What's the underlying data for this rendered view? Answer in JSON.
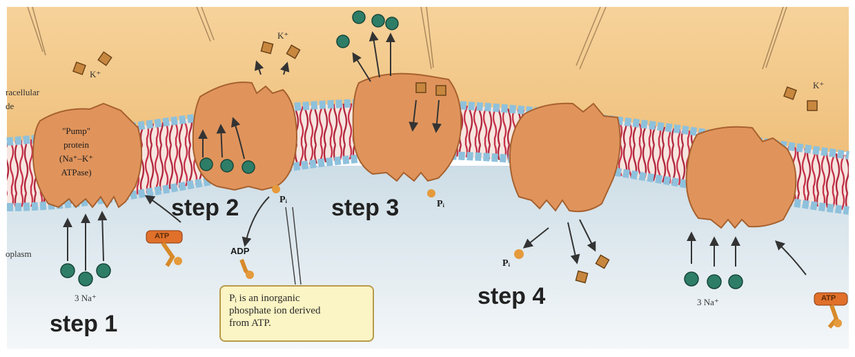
{
  "labels": {
    "extracellular": "racellular",
    "extracellular_2": "de",
    "cytoplasm": "oplasm",
    "pump_line1": "\"Pump\"",
    "pump_line2": "protein",
    "pump_line3": "(Na⁺–K⁺",
    "pump_line4": "ATPase)",
    "k_ion_1": "K⁺",
    "k_ion_2": "K⁺",
    "k_ion_3": "K⁺",
    "na_1": "3 Na⁺",
    "na_2": "3 Na⁺",
    "adp": "ADP",
    "atp_1": "ATP",
    "atp_2": "ATP",
    "pi_1": "Pᵢ",
    "pi_2": "Pᵢ",
    "pi_3": "Pᵢ"
  },
  "steps": [
    "step 1",
    "step 2",
    "step 3",
    "step 4"
  ],
  "callout": {
    "line1": "Pᵢ is an inorganic",
    "line2": "phosphate ion derived",
    "line3": "from ATP."
  },
  "colors": {
    "extracellular": "#f2c98a",
    "cytoplasm": "#dbe6ec",
    "protein": "#e0945c",
    "sodium": "#2e7d67",
    "potassium": "#c8873f",
    "lipid_head": "#9fc9df",
    "lipid_tail": "#c8324a",
    "callout_fill": "#fbf4c4"
  }
}
